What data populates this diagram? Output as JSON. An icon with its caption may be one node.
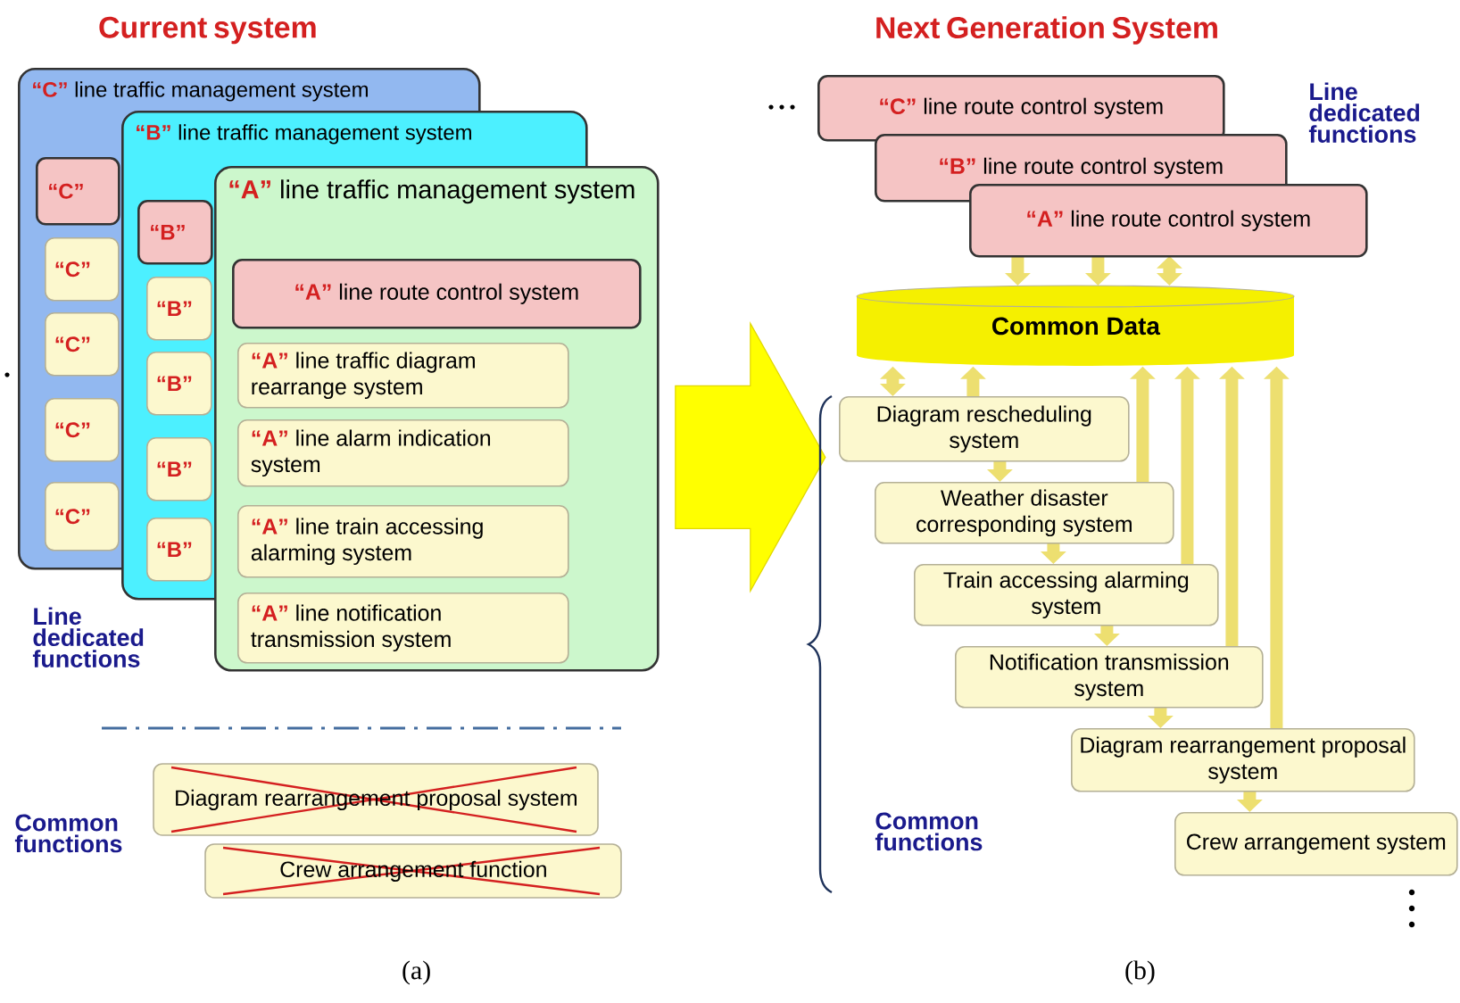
{
  "diagram": {
    "nodes": [
      {
        "text": [
          "**“C”** line traffic management system"
        ]
      },
      {
        "text": [
          "“C”"
        ],
        "in": 0
      },
      {
        "text": [
          "“C”"
        ],
        "in": 0
      },
      {
        "text": [
          "“C”"
        ],
        "in": 0
      },
      {
        "text": [
          "“C”"
        ],
        "in": 0
      },
      {
        "text": [
          "“C”"
        ],
        "in": 0
      },
      {
        "text": [
          "**“B”** line traffic management system"
        ]
      },
      {
        "text": [
          "“B”"
        ]
      },
      {
        "text": [
          "“B”"
        ]
      },
      {
        "text": [
          "“B”"
        ]
      },
      {
        "text": [
          "“B”"
        ]
      },
      {
        "text": [
          "“B”"
        ],
        "in": 6
      },
      {
        "text": [
          "**“A”** line traffic management system"
        ]
      },
      {
        "text": [
          "**“A”** line route control system"
        ],
        "in": 12
      },
      {
        "text": [
          "**“A”** line traffic diagram rearrange system"
        ]
      },
      {
        "text": [
          "**“A”** line alarm indication system"
        ]
      },
      {
        "text": [
          "**“A”** line train accessing alarming system"
        ]
      },
      {
        "text": [
          "**“A”** line notification transmission system"
        ],
        "in": 12
      },
      {
        "text": [
          "Diagram rearrangement proposal system"
        ]
      },
      {
        "text": [
          "Crew arrangement function"
        ]
      },
      {
        "text": [
          "**“C”** line route control system"
        ]
      },
      {
        "text": [
          "**“B”** line route control system"
        ]
      },
      {
        "text": [
          "**“A”** line route control system"
        ]
      },
      {
        "text": [
          "Common Data"
        ]
      },
      {
        "text": [
          "Diagram rescheduling system"
        ]
      },
      {
        "text": [
          "Weather disaster corresponding system"
        ]
      },
      {
        "text": [
          "Train accessing alarming system"
        ]
      },
      {
        "text": [
          "Notification transmission system"
        ]
      },
      {
        "text": [
          "Diagram rearrangement proposal system"
        ]
      },
      {
        "text": [
          "Crew arrangement system"
        ]
      }
    ],
    "edges": [
      {
        "from": 12,
        "to": null,
        "arrow": "to",
        "style": "thick",
        "color": "#ffff00"
      },
      {
        "from": 22,
        "to": 23,
        "arrow": "to"
      },
      {
        "from": 22,
        "to": 23,
        "arrow": "to"
      },
      {
        "from": 22,
        "to": 23,
        "arrow": "both"
      },
      {
        "from": 23,
        "to": 24,
        "arrow": "both"
      },
      {
        "from": 24,
        "to": 23,
        "arrow": "to"
      },
      {
        "from": 25,
        "to": 23,
        "arrow": "to"
      },
      {
        "from": 26,
        "to": 23,
        "arrow": "to"
      },
      {
        "from": 27,
        "to": 23,
        "arrow": "to"
      },
      {
        "from": 28,
        "to": 23,
        "arrow": "to"
      },
      {
        "from": 24,
        "to": 25,
        "arrow": "to"
      },
      {
        "from": 25,
        "to": 26,
        "arrow": "to"
      },
      {
        "from": 26,
        "to": 27,
        "arrow": "to"
      },
      {
        "from": 27,
        "to": 28,
        "arrow": "to"
      },
      {
        "from": 28,
        "to": 29,
        "arrow": "to"
      }
    ],
    "labels": [
      "Current system",
      "Next Generation System",
      "Line dedicated functions",
      "Line dedicated functions",
      "Common functions",
      "Common functions",
      "(a)",
      "(b)"
    ]
  }
}
